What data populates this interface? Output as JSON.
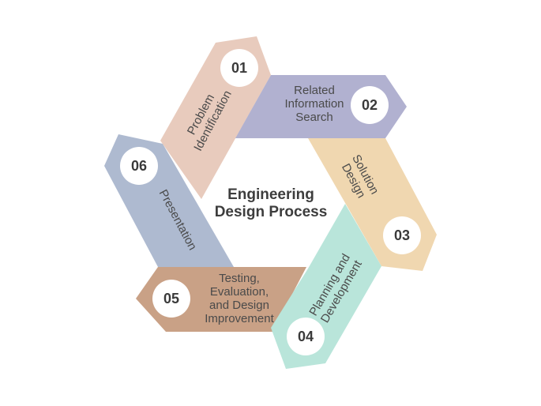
{
  "title": {
    "line1": "Engineering",
    "line2": "Design Process"
  },
  "steps": [
    {
      "number": "01",
      "label": [
        "Problem",
        "Identification"
      ],
      "color": "#e8cbbd"
    },
    {
      "number": "02",
      "label": [
        "Related",
        "Information",
        "Search"
      ],
      "color": "#b1b1d0"
    },
    {
      "number": "03",
      "label": [
        "Solution",
        "Design"
      ],
      "color": "#f0d7b0"
    },
    {
      "number": "04",
      "label": [
        "Planning and",
        "Development"
      ],
      "color": "#b9e5da"
    },
    {
      "number": "05",
      "label": [
        "Testing,",
        "Evaluation,",
        "and Design",
        "Improvement"
      ],
      "color": "#c9a186"
    },
    {
      "number": "06",
      "label": [
        "Presentation"
      ],
      "color": "#aebad0"
    }
  ]
}
